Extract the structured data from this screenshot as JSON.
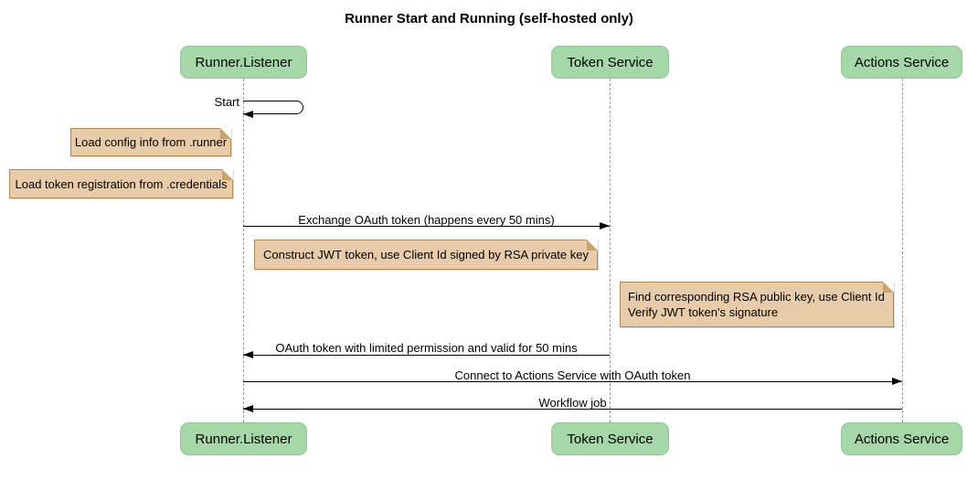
{
  "colors": {
    "background": "#ffffff",
    "participant_fill": "#a6d7a8",
    "participant_border": "#94c496",
    "note_fill": "#e8cba9",
    "note_border": "#ae8953",
    "lifeline": "#999999",
    "arrow": "#000000",
    "text": "#000000"
  },
  "diagram": {
    "title": "Runner Start and Running (self-hosted only)"
  },
  "participants": [
    {
      "name": "Runner.Listener"
    },
    {
      "name": "Token Service"
    },
    {
      "name": "Actions Service"
    }
  ],
  "messages": [
    {
      "label": "Start",
      "from": "Runner.Listener",
      "to": "Runner.Listener",
      "kind": "self"
    },
    {
      "label": "Exchange OAuth token (happens every 50 mins)",
      "from": "Runner.Listener",
      "to": "Token Service",
      "kind": "arrow"
    },
    {
      "label": "OAuth token with limited permission and valid for 50 mins",
      "from": "Token Service",
      "to": "Runner.Listener",
      "kind": "arrow"
    },
    {
      "label": "Connect to Actions Service with OAuth token",
      "from": "Runner.Listener",
      "to": "Actions Service",
      "kind": "arrow"
    },
    {
      "label": "Workflow job",
      "from": "Actions Service",
      "to": "Runner.Listener",
      "kind": "arrow"
    }
  ],
  "notes": [
    {
      "text": "Load config info from .runner"
    },
    {
      "text": "Load token registration from .credentials"
    },
    {
      "text": "Construct JWT token, use Client Id signed by RSA private key"
    },
    {
      "lines": [
        "Find corresponding RSA public key, use Client Id",
        "Verify JWT token's signature"
      ]
    }
  ]
}
